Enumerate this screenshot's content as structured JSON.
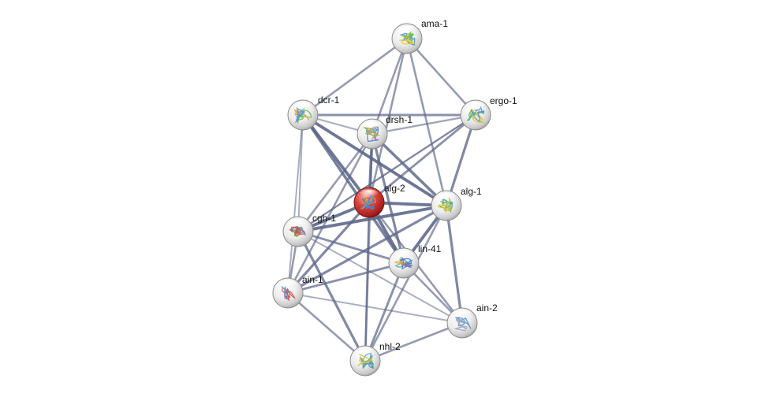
{
  "network": {
    "nodes": [
      {
        "id": "ama-1",
        "label": "ama-1",
        "query": false,
        "structure_colors": [
          "#4a8fd8",
          "#57b847",
          "#e5c63a"
        ]
      },
      {
        "id": "dcr-1",
        "label": "dcr-1",
        "query": false,
        "structure_colors": [
          "#57b847",
          "#e5a23a",
          "#4a8fd8"
        ]
      },
      {
        "id": "ergo-1",
        "label": "ergo-1",
        "query": false,
        "structure_colors": [
          "#3fb067",
          "#d8c13a",
          "#4a8fd8"
        ]
      },
      {
        "id": "drsh-1",
        "label": "drsh-1",
        "query": false,
        "structure_colors": [
          "#4a6fd8",
          "#3fb0a0",
          "#d8a23a"
        ]
      },
      {
        "id": "alg-2",
        "label": "alg-2",
        "query": true,
        "structure_colors": [
          "#6a3fb0",
          "#e5a23a",
          "#3f8fd8"
        ]
      },
      {
        "id": "alg-1",
        "label": "alg-1",
        "query": false,
        "structure_colors": [
          "#4a8fd8",
          "#57b847",
          "#e5c63a"
        ]
      },
      {
        "id": "cgh-1",
        "label": "cgh-1",
        "query": false,
        "structure_colors": [
          "#57b847",
          "#4a8fd8",
          "#d84a3a"
        ]
      },
      {
        "id": "lin-41",
        "label": "lin-41",
        "query": false,
        "structure_colors": [
          "#3fb0a0",
          "#e5a23a",
          "#4a6fd8"
        ]
      },
      {
        "id": "ain-1",
        "label": "ain-1",
        "query": false,
        "structure_colors": [
          "#4a8fd8",
          "#d84a3a"
        ]
      },
      {
        "id": "ain-2",
        "label": "ain-2",
        "query": false,
        "structure_colors": [
          "#4a8fd8",
          "#9aa0b0"
        ]
      },
      {
        "id": "nhl-2",
        "label": "nhl-2",
        "query": false,
        "structure_colors": [
          "#3fb067",
          "#4a8fd8",
          "#d8c13a"
        ]
      }
    ],
    "edges": [
      {
        "source": "ama-1",
        "target": "dcr-1",
        "weight": 0.5
      },
      {
        "source": "ama-1",
        "target": "ergo-1",
        "weight": 0.5
      },
      {
        "source": "ama-1",
        "target": "drsh-1",
        "weight": 0.5
      },
      {
        "source": "ama-1",
        "target": "alg-2",
        "weight": 0.5
      },
      {
        "source": "ama-1",
        "target": "alg-1",
        "weight": 0.5
      },
      {
        "source": "dcr-1",
        "target": "ergo-1",
        "weight": 0.6
      },
      {
        "source": "dcr-1",
        "target": "drsh-1",
        "weight": 0.3
      },
      {
        "source": "dcr-1",
        "target": "alg-2",
        "weight": 0.9
      },
      {
        "source": "dcr-1",
        "target": "alg-1",
        "weight": 0.9
      },
      {
        "source": "dcr-1",
        "target": "cgh-1",
        "weight": 0.3
      },
      {
        "source": "dcr-1",
        "target": "lin-41",
        "weight": 0.8
      },
      {
        "source": "dcr-1",
        "target": "ain-1",
        "weight": 0.3
      },
      {
        "source": "ergo-1",
        "target": "drsh-1",
        "weight": 0.4
      },
      {
        "source": "ergo-1",
        "target": "alg-2",
        "weight": 0.6
      },
      {
        "source": "ergo-1",
        "target": "alg-1",
        "weight": 0.7
      },
      {
        "source": "ergo-1",
        "target": "cgh-1",
        "weight": 0.4
      },
      {
        "source": "drsh-1",
        "target": "alg-2",
        "weight": 0.8
      },
      {
        "source": "drsh-1",
        "target": "alg-1",
        "weight": 0.8
      },
      {
        "source": "drsh-1",
        "target": "cgh-1",
        "weight": 0.5
      },
      {
        "source": "drsh-1",
        "target": "lin-41",
        "weight": 0.7
      },
      {
        "source": "drsh-1",
        "target": "ain-1",
        "weight": 0.5
      },
      {
        "source": "alg-2",
        "target": "alg-1",
        "weight": 0.9
      },
      {
        "source": "alg-2",
        "target": "cgh-1",
        "weight": 0.9
      },
      {
        "source": "alg-2",
        "target": "lin-41",
        "weight": 0.9
      },
      {
        "source": "alg-2",
        "target": "ain-1",
        "weight": 0.7
      },
      {
        "source": "alg-2",
        "target": "ain-2",
        "weight": 0.5
      },
      {
        "source": "alg-2",
        "target": "nhl-2",
        "weight": 0.5
      },
      {
        "source": "alg-1",
        "target": "cgh-1",
        "weight": 0.9
      },
      {
        "source": "alg-1",
        "target": "lin-41",
        "weight": 0.9
      },
      {
        "source": "alg-1",
        "target": "ain-1",
        "weight": 0.7
      },
      {
        "source": "alg-1",
        "target": "ain-2",
        "weight": 0.7
      },
      {
        "source": "alg-1",
        "target": "nhl-2",
        "weight": 0.5
      },
      {
        "source": "cgh-1",
        "target": "lin-41",
        "weight": 0.6
      },
      {
        "source": "cgh-1",
        "target": "ain-1",
        "weight": 0.5
      },
      {
        "source": "cgh-1",
        "target": "ain-2",
        "weight": 0.3
      },
      {
        "source": "cgh-1",
        "target": "nhl-2",
        "weight": 0.7
      },
      {
        "source": "lin-41",
        "target": "ain-1",
        "weight": 0.6
      },
      {
        "source": "lin-41",
        "target": "ain-2",
        "weight": 0.5
      },
      {
        "source": "lin-41",
        "target": "nhl-2",
        "weight": 0.6
      },
      {
        "source": "ain-1",
        "target": "ain-2",
        "weight": 0.3
      },
      {
        "source": "ain-1",
        "target": "nhl-2",
        "weight": 0.5
      },
      {
        "source": "ain-2",
        "target": "nhl-2",
        "weight": 0.5
      },
      {
        "source": "drsh-1",
        "target": "nhl-2",
        "weight": 0.5
      },
      {
        "source": "cgh-1",
        "target": "ergo-1",
        "weight": 0.3
      }
    ]
  },
  "colors": {
    "edge": "#5c6688",
    "node_fill": "#e8e8e8",
    "query_node_fill": "#c42a2a",
    "label": "#111111"
  }
}
